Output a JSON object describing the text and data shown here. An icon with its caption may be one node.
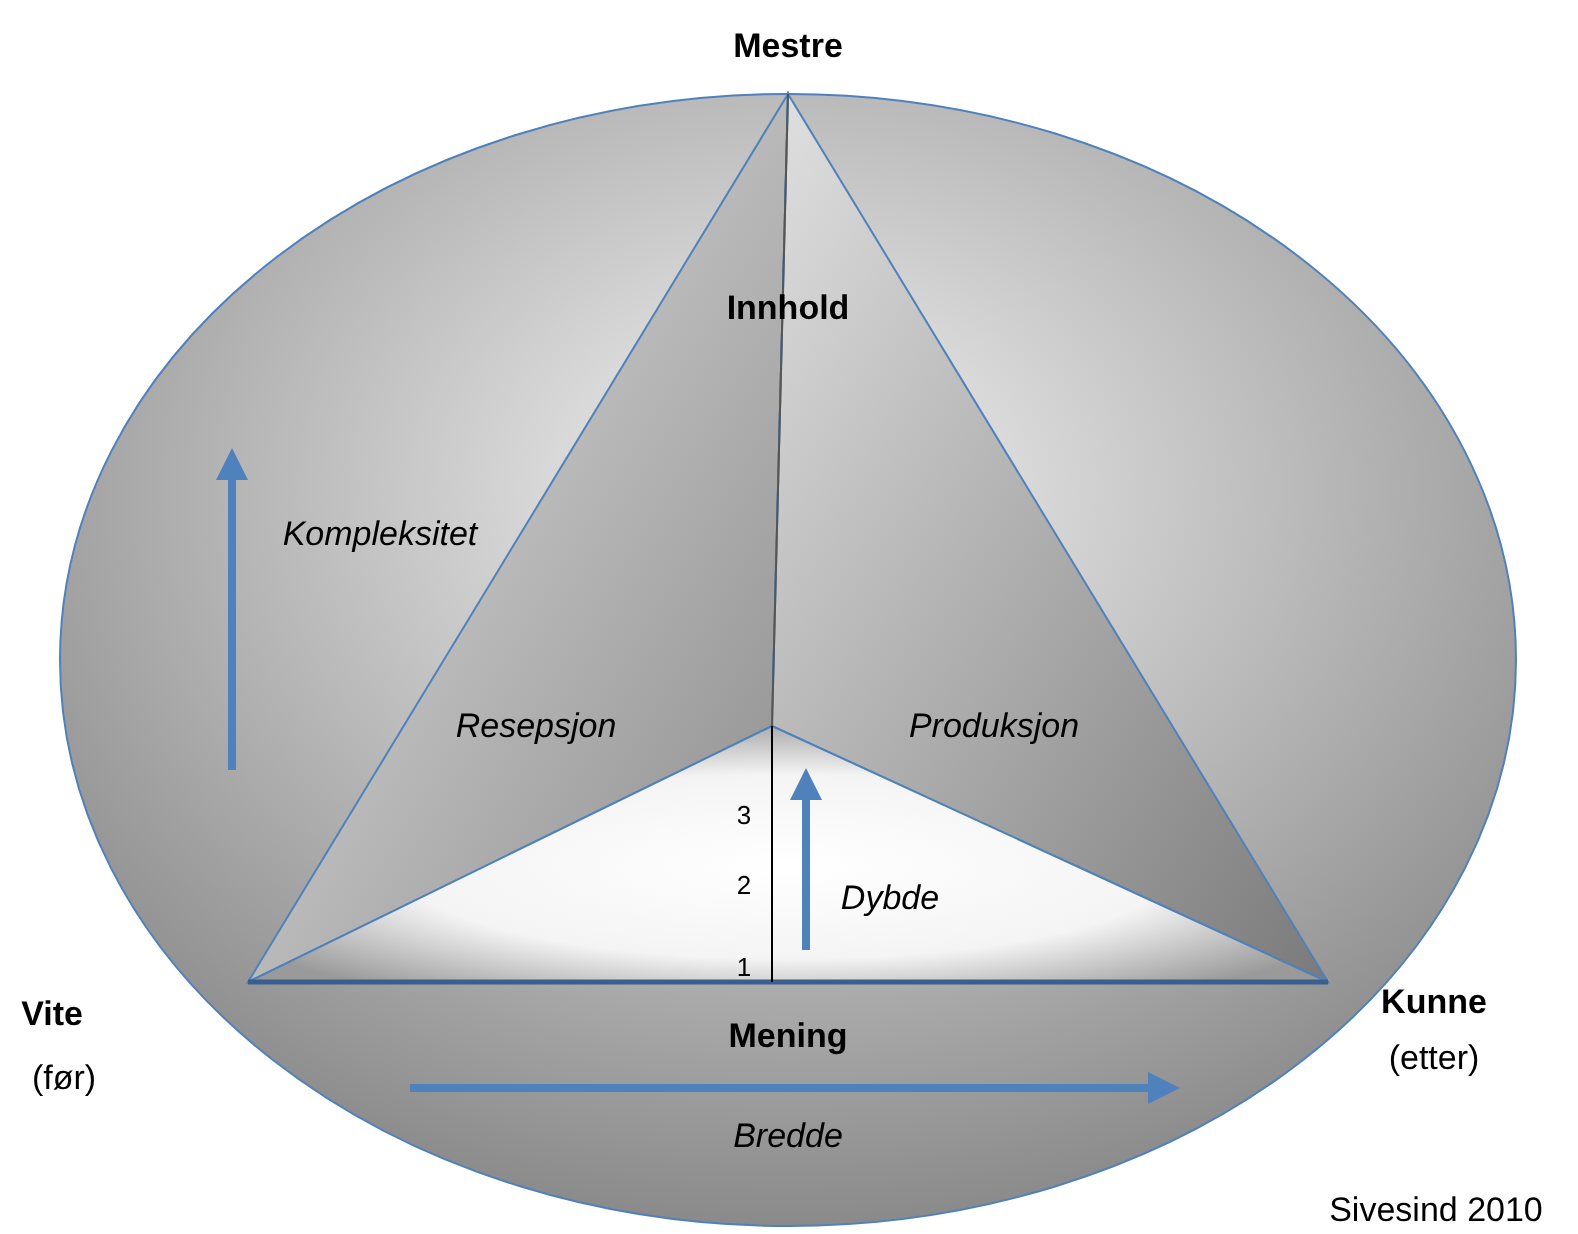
{
  "diagram": {
    "labels": [
      "Mestre",
      "Innhold",
      "Kompleksitet",
      "Resepsjon",
      "Produksjon",
      "3",
      "2",
      "Dybde",
      "1",
      "Vite",
      "Kunne",
      "Mening",
      "(før)",
      "(etter)",
      "Bredde",
      "Sivesind 2010"
    ]
  }
}
